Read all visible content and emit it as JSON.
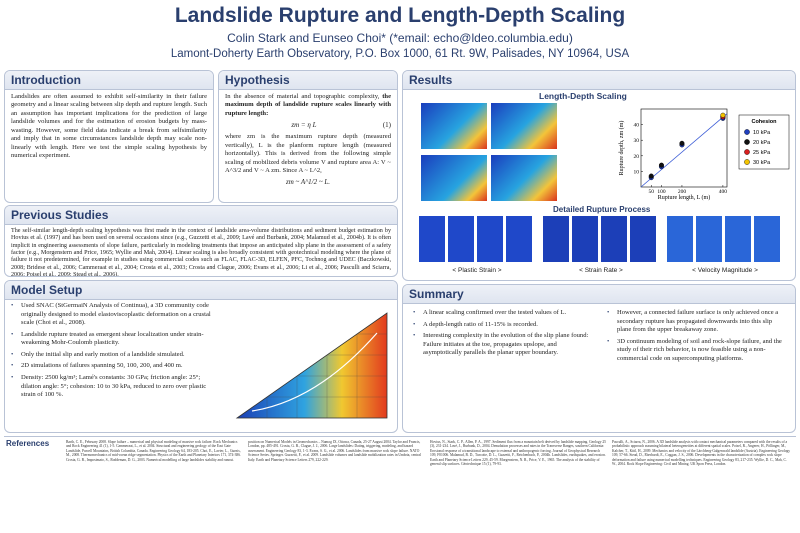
{
  "header": {
    "title": "Landslide Rupture and Length-Depth Scaling",
    "authors": "Colin Stark and Eunseo Choi* (*email: echo@ldeo.columbia.edu)",
    "affiliation": "Lamont-Doherty Earth Observatory, P.O. Box 1000, 61 Rt. 9W, Palisades, NY 10964, USA"
  },
  "introduction": {
    "heading": "Introduction",
    "text": "Landslides are often assumed to exhibit self-similarity in their failure geometry and a linear scaling between slip depth and rupture length. Such an assumption has important implications for the prediction of large landslide volumes and for the estimation of erosion budgets by mass-wasting. However, some field data indicate a break from selfsimilarity and imply that in some circumstances landslide depth may scale non-linearly with length. Here we test the simple scaling hypothesis by numerical experiment."
  },
  "hypothesis": {
    "heading": "Hypothesis",
    "intro": "In the absence of material and topographic complexity,",
    "bold": "the maximum depth of landslide rupture scales linearly with rupture length:",
    "eq1": "zm = η L",
    "eq1_num": "(1)",
    "text": "where zm is the maximum rupture depth (measured vertically), L is the planform rupture length (measured horizontally). This is derived from the following simple scaling of mobilized debris volume V and rupture area A: V ~ A^3/2 and V ~ A zm. Since A ~ L^2,",
    "eq2": "zm ~ A^1/2 ~ L."
  },
  "results": {
    "heading": "Results",
    "scaling_title": "Length-Depth Scaling",
    "process_title": "Detailed Rupture Process",
    "process_labels": [
      "< Plastic Strain >",
      "< Strain Rate >",
      "< Velocity Magnitude >"
    ]
  },
  "previous": {
    "heading": "Previous Studies",
    "text": "The self-similar length-depth scaling hypothesis was first made in the context of landslide area-volume distributions and sediment budget estimation by Hovius et al. (1997) and has been used on several occasions since (e.g., Guzzetti et al., 2009; Lavé and Burbank, 2004; Malamud et al., 2004b). It is often implicit in engineering assessments of slope failure, particularly in modeling treatments that impose an anticipated slip plane in the assessment of a safety factor (e.g., Morgenstern and Price, 1965; Wyllie and Mah, 2004). Linear scaling is also broadly consistent with geotechnical modeling where the plane of failure it not predetermined, for example in studies using commercial codes such as FLAC, FLAC-3D, ELFEN, PFC, Tochnog and UDEC (Baczkowski, 2008; Bridese et al., 2006; Cammeraat et al., 2004; Crosta et al., 2003; Crosta and Clague, 2006; Evans et al., 2006; Li et al., 2006; Pasculli and Sciarra, 2006; Poisel et al., 2009; Stead et al., 2006)."
  },
  "model": {
    "heading": "Model Setup",
    "bullets": [
      "Used SNAC (StGermaiN Analysis of Continua), a 3D community code originally designed to model elastoviscoplastic deformation on a crustal scale (Choi et al., 2008).",
      "Landslide rupture treated as emergent shear localization under strain-weakening Mohr-Coulomb plasticity.",
      "Only the initial slip and early motion of a landslide simulated.",
      "2D simulations of failures spanning 50, 100, 200, and 400 m.",
      "Density: 2500 kg/m³; Lamé's constants: 30 GPa; friction angle: 25°; dilation angle: 5°; cohesion: 10 to 30 kPa, reduced to zero over plastic strain of 100 %."
    ]
  },
  "summary": {
    "heading": "Summary",
    "left": [
      "A linear scaling confirmed over the tested values of L.",
      "A depth-length ratio of 11-15% is recorded.",
      "Interesting complexity in the evolution of the slip plane found: Failure initiates at the toe, propagates upslope, and asymptotically parallels the planar upper boundary."
    ],
    "right": [
      "However, a connected failure surface is only achieved once a secondary rupture has propagated downwards into this slip plane from the upper breakaway zone.",
      "3D continuum modeling of soil and rock-slope failure, and the study of their rich behavior, is now feasible using a non-commercial code on supercomputing platforms."
    ]
  },
  "references": {
    "heading": "References",
    "cols": [
      "Barth, C. E., February 2008. Slope failure – numerical and physical modeling of massive rock failure. Rock Mechanics and Rock Engineering 41 (1), 1-5. Cammeraat, L., et al. 2004. Structural and engineering geology of the East Gate Landslide, Purcell Mountains, British Columbia, Canada. Engineering Geology 64, 183-205. Choi, E., Lavier, L., Gurnis, M., 2008. Thermomechanics of mid-ocean ridge segmentation. Physics of the Earth and Planetary Interiors 171, 374-386. Crosta, G. B., Imposimato, S., Roddeman, D. G., 2003. Numerical modelling of large landslides stability and runout.",
      "position on Numerical Models in Geomechanics – Numog IX, Ottawa, Canada, 25-27 August 2004. Taylor and Francis, London, pp. 485-491. Crosta, G. B., Clague, J. J., 2006. Large landslides: Dating, triggering, modeling, and hazard assessment. Engineering Geology 83, 1-3. Evans, S. G., et al. 2006. Landslides from massive rock slope failure. NATO Science Series. Springer. Guzzetti, F., et al. 2009. Landslide volumes and landslide mobilization rates in Umbria, central Italy. Earth and Planetary Science Letters 279, 222-229.",
      "Hovius, N., Stark, C. P., Allen, P. A., 1997. Sediment flux from a mountain belt derived by landslide mapping. Geology 25 (3), 231-234. Lavé, J., Burbank, D., 2004. Denudation processes and rates in the Transverse Ranges, southern California: Erosional response of a transitional landscape to external and anthropogenic forcing. Journal of Geophysical Research 109, F01006. Malamud, B. D., Turcotte, D. L., Guzzetti, F., Reichenbach, P., 2004b. Landslides, earthquakes, and erosion. Earth and Planetary Science Letters 229, 45-59. Morgenstern, N. R., Price, V. E., 1965. The analysis of the stability of general slip surfaces. Géotechnique 15 (1), 79-93.",
      "Pasculli, A., Sciarra, N., 2006. A 3D landslide analysis with contact mechanical parameters compared with the results of a probabilistic approach assuming bilateral heterogeneities at different spatial scales. Poisel, R., Angerer, H., Pöllinger, M., Kalcher, T., Kittl, H., 2009. Mechanics and velocity of the Lärchberg-Galgenwald landslide (Austria). Engineering Geology 109, 57-66. Stead, D., Eberhardt, E., Coggan, J. S., 2006. Developments in the characterization of complex rock slope deformation and failure using numerical modelling techniques. Engineering Geology 83, 217-235. Wyllie, D. C., Mah, C. W., 2004. Rock Slope Engineering: Civil and Mining. UK Spon Press, London."
    ]
  },
  "chart_data": {
    "type": "scatter",
    "xlabel": "Rupture length, L (m)",
    "ylabel": "Rupture depth, zm (m)",
    "xticks": [
      50,
      100,
      200,
      400
    ],
    "yticks": [
      10,
      20,
      30,
      40
    ],
    "xlim": [
      0,
      420
    ],
    "ylim": [
      0,
      50
    ],
    "legend_title": "Cohesion",
    "series": [
      {
        "name": "10 kPa",
        "color": "#1f3fbf",
        "x": [
          50,
          100,
          200,
          400
        ],
        "y": [
          6,
          13,
          27,
          44
        ]
      },
      {
        "name": "20 kPa",
        "color": "#111111",
        "x": [
          50,
          100,
          200,
          400
        ],
        "y": [
          7,
          14,
          28,
          45
        ]
      },
      {
        "name": "25 kPa",
        "color": "#d81f1f",
        "x": [
          400
        ],
        "y": [
          45
        ]
      },
      {
        "name": "30 kPa",
        "color": "#f2c300",
        "x": [
          400
        ],
        "y": [
          46
        ]
      }
    ],
    "fit": {
      "x": [
        0,
        420
      ],
      "y": [
        0,
        47
      ]
    }
  },
  "colors": {
    "accent": "#2a3f6e",
    "panel_border": "#b9c3d6"
  }
}
